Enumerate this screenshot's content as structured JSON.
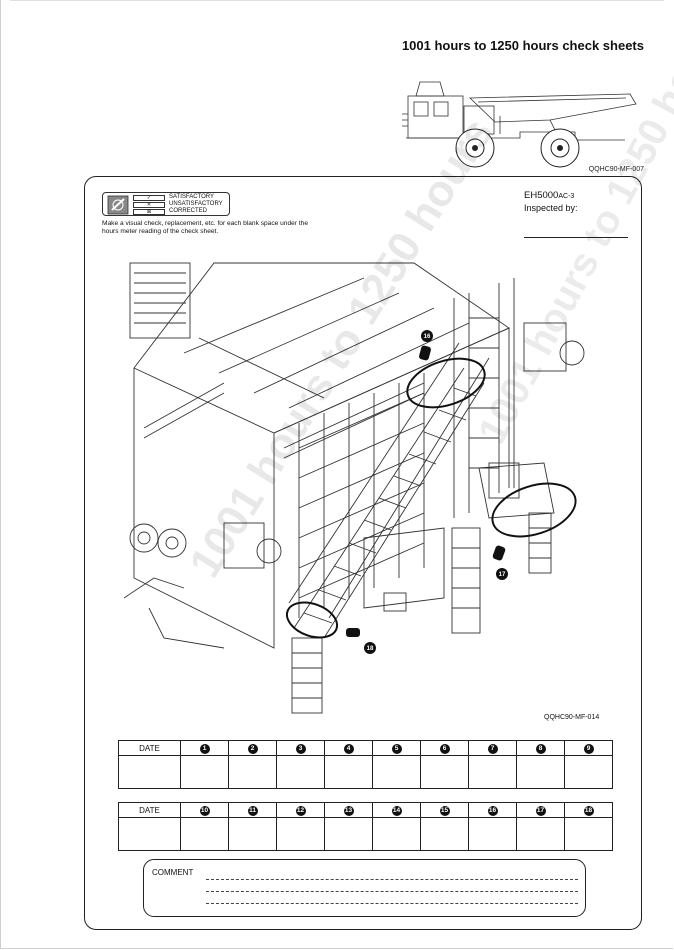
{
  "header": {
    "title": "1001 hours to 1250 hours check sheets",
    "truck_figure_code": "QQHC90-MF-007"
  },
  "legend": {
    "items": [
      {
        "symbol": "✓",
        "label": "SATISFACTORY"
      },
      {
        "symbol": "✕",
        "label": "UNSATISFACTORY"
      },
      {
        "symbol": "⊠",
        "label": "CORRECTED"
      }
    ]
  },
  "instruction": "Make a visual check, replacement, etc. for each blank space under the hours meter reading of the check sheet.",
  "machine": {
    "model": "EH5000",
    "model_suffix": "AC-3",
    "inspected_label": "Inspected by:"
  },
  "figure": {
    "code": "QQHC90-MF-014",
    "callouts": [
      "16",
      "17",
      "18"
    ],
    "watermark": "1001 hours to 1250 hours"
  },
  "table1": {
    "date_label": "DATE",
    "items": [
      "1",
      "2",
      "3",
      "4",
      "5",
      "6",
      "7",
      "8",
      "9"
    ]
  },
  "table2": {
    "date_label": "DATE",
    "items": [
      "10",
      "11",
      "12",
      "13",
      "14",
      "15",
      "16",
      "17",
      "18"
    ]
  },
  "comment": {
    "label": "COMMENT"
  }
}
